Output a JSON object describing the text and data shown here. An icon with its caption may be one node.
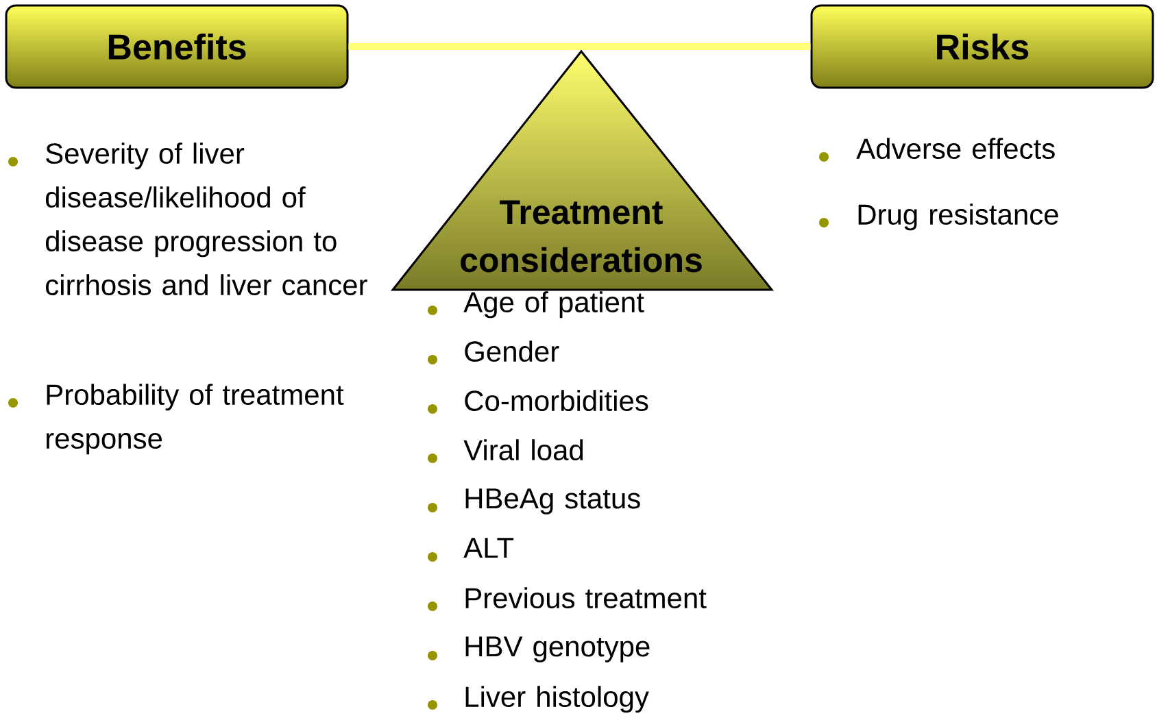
{
  "diagram": {
    "nodes": [
      {
        "text": [
          "Benefits"
        ]
      },
      {
        "text": [
          "Risks"
        ]
      },
      {
        "text": [
          "Treatment considerations"
        ]
      }
    ],
    "edges": [
      {
        "from": 0,
        "to": 1,
        "arrow": "none"
      }
    ],
    "labels": [
      "Severity of liver disease/likelihood of disease progression to cirrhosis and liver cancer",
      "Probability of treatment response",
      "Age of patient",
      "Gender",
      "Co-morbidities",
      "Viral load",
      "HBeAg status",
      "ALT",
      "Previous treatment",
      "HBV genotype",
      "Liver histology",
      "Adverse effects",
      "Drug resistance"
    ]
  }
}
